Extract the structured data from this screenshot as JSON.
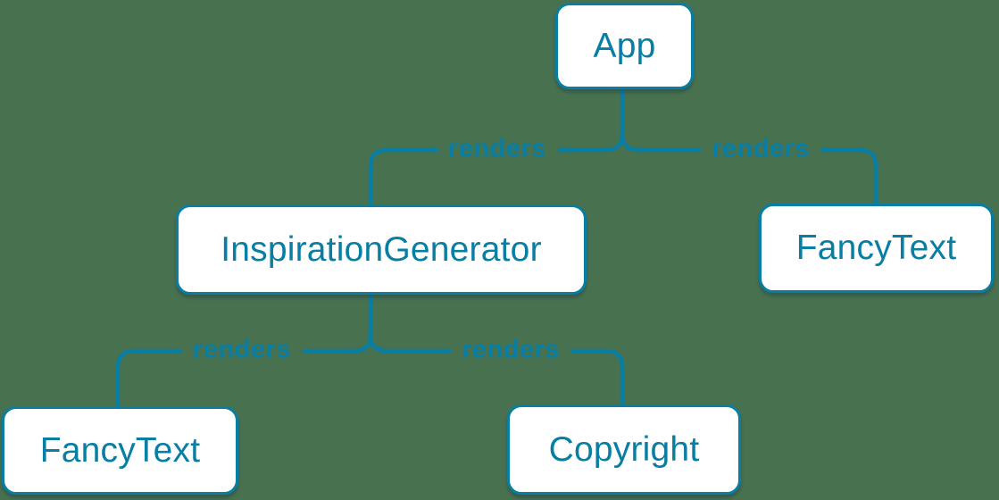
{
  "diagram": {
    "type": "render-tree",
    "nodes": [
      {
        "id": "app",
        "label": "App"
      },
      {
        "id": "inspiration-generator",
        "label": "InspirationGenerator"
      },
      {
        "id": "fancy-text-right",
        "label": "FancyText"
      },
      {
        "id": "fancy-text-bottom",
        "label": "FancyText"
      },
      {
        "id": "copyright",
        "label": "Copyright"
      }
    ],
    "edges": [
      {
        "from": "App",
        "to": "InspirationGenerator",
        "label": "renders"
      },
      {
        "from": "App",
        "to": "FancyText",
        "label": "renders"
      },
      {
        "from": "InspirationGenerator",
        "to": "FancyText",
        "label": "renders"
      },
      {
        "from": "InspirationGenerator",
        "to": "Copyright",
        "label": "renders"
      }
    ],
    "colors": {
      "accent": "#087ea4",
      "node_background": "#ffffff",
      "canvas_background": "#487150"
    }
  }
}
